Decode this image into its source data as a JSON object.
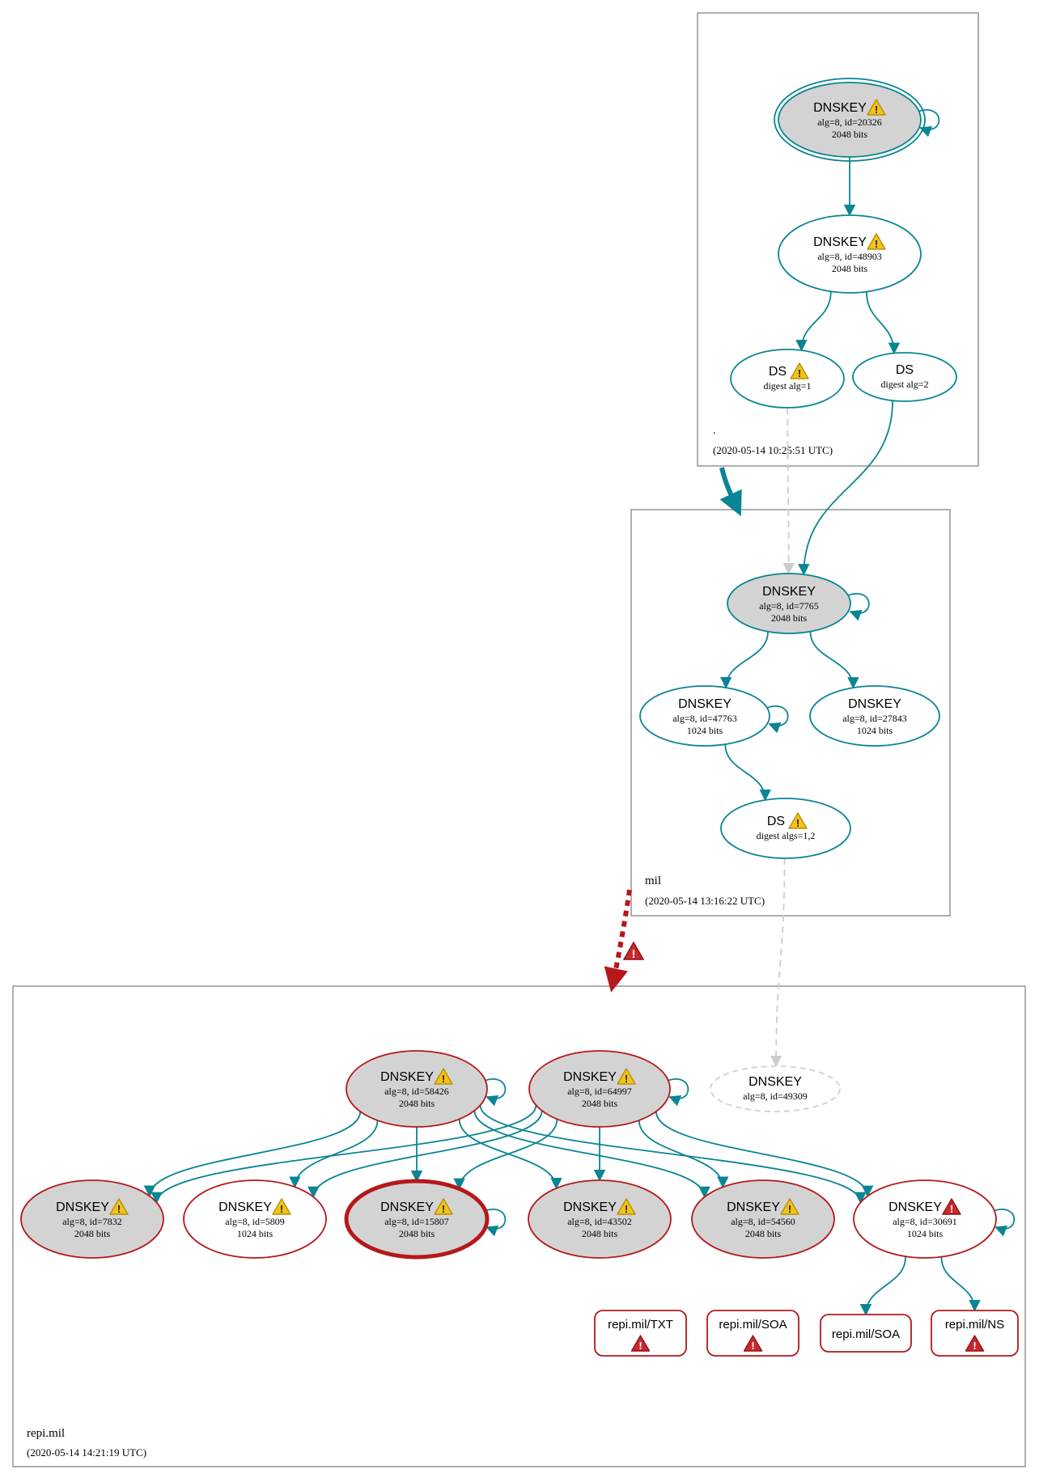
{
  "zones": [
    {
      "id": "root",
      "name": ".",
      "timestamp": "(2020-05-14 10:25:51 UTC)"
    },
    {
      "id": "mil",
      "name": "mil",
      "timestamp": "(2020-05-14 13:16:22 UTC)"
    },
    {
      "id": "repi",
      "name": "repi.mil",
      "timestamp": "(2020-05-14 14:21:19 UTC)"
    }
  ],
  "nodes": [
    {
      "id": "r1",
      "zone": "root",
      "title": "DNSKEY",
      "lines": [
        "alg=8, id=20326",
        "2048 bits"
      ],
      "warning": "yellow",
      "fill": "#d3d3d3",
      "border": "#0a8593",
      "style": "double",
      "self_loop": true
    },
    {
      "id": "r2",
      "zone": "root",
      "title": "DNSKEY",
      "lines": [
        "alg=8, id=48903",
        "2048 bits"
      ],
      "warning": "yellow",
      "fill": "#ffffff",
      "border": "#0a8593",
      "style": "solid"
    },
    {
      "id": "r3",
      "zone": "root",
      "title": "DS",
      "lines": [
        "digest alg=1"
      ],
      "warning": "yellow",
      "fill": "#ffffff",
      "border": "#0a8593",
      "style": "solid"
    },
    {
      "id": "r4",
      "zone": "root",
      "title": "DS",
      "lines": [
        "digest alg=2"
      ],
      "fill": "#ffffff",
      "border": "#0a8593",
      "style": "solid"
    },
    {
      "id": "m1",
      "zone": "mil",
      "title": "DNSKEY",
      "lines": [
        "alg=8, id=7765",
        "2048 bits"
      ],
      "fill": "#d3d3d3",
      "border": "#0a8593",
      "style": "solid",
      "self_loop": true
    },
    {
      "id": "m2",
      "zone": "mil",
      "title": "DNSKEY",
      "lines": [
        "alg=8, id=47763",
        "1024 bits"
      ],
      "fill": "#ffffff",
      "border": "#0a8593",
      "style": "solid",
      "self_loop": true
    },
    {
      "id": "m3",
      "zone": "mil",
      "title": "DNSKEY",
      "lines": [
        "alg=8, id=27843",
        "1024 bits"
      ],
      "fill": "#ffffff",
      "border": "#0a8593",
      "style": "solid"
    },
    {
      "id": "m4",
      "zone": "mil",
      "title": "DS",
      "lines": [
        "digest algs=1,2"
      ],
      "warning": "yellow",
      "fill": "#ffffff",
      "border": "#0a8593",
      "style": "solid"
    },
    {
      "id": "p1",
      "zone": "repi",
      "title": "DNSKEY",
      "lines": [
        "alg=8, id=58426",
        "2048 bits"
      ],
      "warning": "yellow",
      "fill": "#d3d3d3",
      "border": "#b5181b",
      "style": "solid",
      "self_loop": true
    },
    {
      "id": "p2",
      "zone": "repi",
      "title": "DNSKEY",
      "lines": [
        "alg=8, id=64997",
        "2048 bits"
      ],
      "warning": "yellow",
      "fill": "#d3d3d3",
      "border": "#b5181b",
      "style": "solid",
      "self_loop": true
    },
    {
      "id": "p3",
      "zone": "repi",
      "title": "DNSKEY",
      "lines": [
        "alg=8, id=49309"
      ],
      "fill": "#ffffff",
      "border": "#cfcfcf",
      "style": "dashed"
    },
    {
      "id": "p4",
      "zone": "repi",
      "title": "DNSKEY",
      "lines": [
        "alg=8, id=7832",
        "2048 bits"
      ],
      "warning": "yellow",
      "fill": "#d3d3d3",
      "border": "#b5181b",
      "style": "solid"
    },
    {
      "id": "p5",
      "zone": "repi",
      "title": "DNSKEY",
      "lines": [
        "alg=8, id=5809",
        "1024 bits"
      ],
      "warning": "yellow",
      "fill": "#ffffff",
      "border": "#b5181b",
      "style": "solid"
    },
    {
      "id": "p6",
      "zone": "repi",
      "title": "DNSKEY",
      "lines": [
        "alg=8, id=15807",
        "2048 bits"
      ],
      "warning": "yellow",
      "fill": "#d3d3d3",
      "border": "#b5181b",
      "style": "bold",
      "self_loop": true
    },
    {
      "id": "p7",
      "zone": "repi",
      "title": "DNSKEY",
      "lines": [
        "alg=8, id=43502",
        "2048 bits"
      ],
      "warning": "yellow",
      "fill": "#d3d3d3",
      "border": "#b5181b",
      "style": "solid"
    },
    {
      "id": "p8",
      "zone": "repi",
      "title": "DNSKEY",
      "lines": [
        "alg=8, id=54560",
        "2048 bits"
      ],
      "warning": "yellow",
      "fill": "#d3d3d3",
      "border": "#b5181b",
      "style": "solid"
    },
    {
      "id": "p9",
      "zone": "repi",
      "title": "DNSKEY",
      "lines": [
        "alg=8, id=30691",
        "1024 bits"
      ],
      "warning": "red",
      "fill": "#ffffff",
      "border": "#b5181b",
      "style": "solid",
      "self_loop": true
    },
    {
      "id": "rr1",
      "zone": "repi",
      "kind": "rrset",
      "title": "repi.mil/TXT",
      "warning": "red",
      "border": "#b5181b"
    },
    {
      "id": "rr2",
      "zone": "repi",
      "kind": "rrset",
      "title": "repi.mil/SOA",
      "warning": "red",
      "border": "#b5181b"
    },
    {
      "id": "rr3",
      "zone": "repi",
      "kind": "rrset",
      "title": "repi.mil/SOA",
      "border": "#b5181b"
    },
    {
      "id": "rr4",
      "zone": "repi",
      "kind": "rrset",
      "title": "repi.mil/NS",
      "warning": "red",
      "border": "#b5181b"
    }
  ],
  "edges": [
    {
      "from": "r1",
      "to": "r2",
      "color": "#0a8593"
    },
    {
      "from": "r2",
      "to": "r3",
      "color": "#0a8593"
    },
    {
      "from": "r2",
      "to": "r4",
      "color": "#0a8593"
    },
    {
      "from": "r3",
      "to": "m1",
      "color": "#cccccc",
      "dashed": true
    },
    {
      "from": "r4",
      "to": "m1",
      "color": "#0a8593"
    },
    {
      "from": "m1",
      "to": "m2",
      "color": "#0a8593"
    },
    {
      "from": "m1",
      "to": "m3",
      "color": "#0a8593"
    },
    {
      "from": "m2",
      "to": "m4",
      "color": "#0a8593"
    },
    {
      "from": "m4",
      "to": "p3",
      "color": "#cccccc",
      "dashed": true
    },
    {
      "from": "p1",
      "to": "p4",
      "color": "#0a8593"
    },
    {
      "from": "p1",
      "to": "p5",
      "color": "#0a8593"
    },
    {
      "from": "p1",
      "to": "p6",
      "color": "#0a8593"
    },
    {
      "from": "p1",
      "to": "p7",
      "color": "#0a8593"
    },
    {
      "from": "p1",
      "to": "p8",
      "color": "#0a8593"
    },
    {
      "from": "p1",
      "to": "p9",
      "color": "#0a8593"
    },
    {
      "from": "p2",
      "to": "p4",
      "color": "#0a8593"
    },
    {
      "from": "p2",
      "to": "p5",
      "color": "#0a8593"
    },
    {
      "from": "p2",
      "to": "p6",
      "color": "#0a8593"
    },
    {
      "from": "p2",
      "to": "p7",
      "color": "#0a8593"
    },
    {
      "from": "p2",
      "to": "p8",
      "color": "#0a8593"
    },
    {
      "from": "p2",
      "to": "p9",
      "color": "#0a8593"
    },
    {
      "from": "p9",
      "to": "rr3",
      "color": "#0a8593"
    },
    {
      "from": "p9",
      "to": "rr4",
      "color": "#0a8593"
    }
  ],
  "delegations": [
    {
      "from": "root",
      "to": "mil",
      "color": "#0a8593",
      "status": "secure"
    },
    {
      "from": "mil",
      "to": "repi",
      "color": "#b5181b",
      "status": "bogus",
      "warning": "red"
    }
  ]
}
